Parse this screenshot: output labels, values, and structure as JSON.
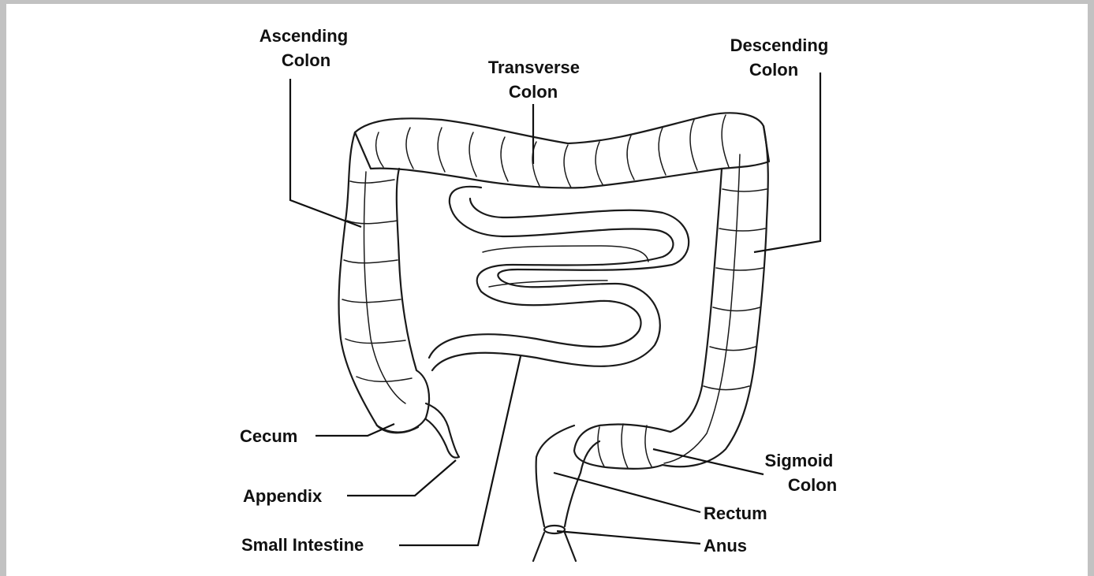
{
  "colors": {
    "frame": "#c2c2c2",
    "ink": "#111111",
    "background": "#ffffff"
  },
  "labels": {
    "ascending_colon": [
      "Ascending",
      "Colon"
    ],
    "transverse_colon": [
      "Transverse",
      "Colon"
    ],
    "descending_colon": [
      "Descending",
      "Colon"
    ],
    "cecum": "Cecum",
    "appendix": "Appendix",
    "small_intestine": "Small Intestine",
    "sigmoid_colon": [
      "Sigmoid",
      "Colon"
    ],
    "rectum": "Rectum",
    "anus": "Anus"
  }
}
